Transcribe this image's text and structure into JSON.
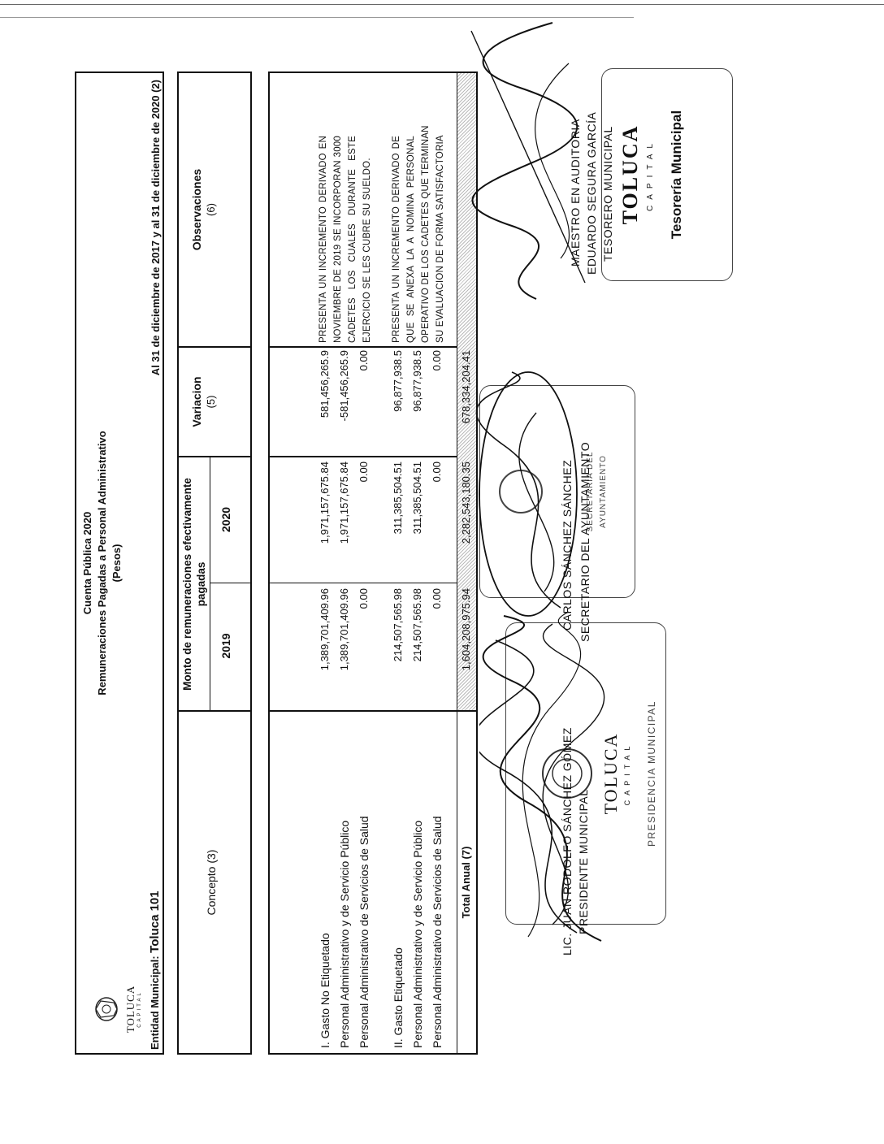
{
  "header": {
    "logo_text": "TOLUCA",
    "logo_sub": "CAPITAL",
    "title_1": "Cuenta Pública 2020",
    "title_2": "Remuneraciones Pagadas a Personal Administrativo",
    "title_3": "(Pesos)",
    "entity_label": "Entidad Municipal:",
    "entity_name": "Toluca 101",
    "period": "Al 31 de diciembre de 2017 y al 31 de diciembre de 2020 (2)"
  },
  "table": {
    "col_concept": "Concepto (3)",
    "col_monto": "Monto de remuneraciones efectivamente pagadas",
    "col_2019": "2019",
    "col_2020": "2020",
    "col_variacion": "Variacion",
    "col_variacion_num": "(5)",
    "col_observ": "Observaciones",
    "col_observ_num": "(6)",
    "rows": [
      {
        "concept": "I. Gasto No Etiquetado",
        "v2019": "1,389,701,409.96",
        "v2020": "1,971,157,675.84",
        "var": "581,456,265.9"
      },
      {
        "concept": "Personal Administrativo y de Servicio Público",
        "v2019": "1,389,701,409.96",
        "v2020": "1,971,157,675.84",
        "var": "-581,456,265.9"
      },
      {
        "concept": "Personal Administrativo de Servicios de Salud",
        "v2019": "0.00",
        "v2020": "0.00",
        "var": "0.00"
      },
      {
        "concept": "II. Gasto Etiquetado",
        "v2019": "214,507,565.98",
        "v2020": "311,385,504.51",
        "var": "96,877,938.5"
      },
      {
        "concept": "Personal Administrativo y de Servicio Público",
        "v2019": "214,507,565.98",
        "v2020": "311,385,504.51",
        "var": "96,877,938.5"
      },
      {
        "concept": "Personal Administrativo de Servicios de Salud",
        "v2019": "0.00",
        "v2020": "0.00",
        "var": "0.00"
      }
    ],
    "obs_1": [
      "PRESENTA UN INCREMENTO DERIVADO EN",
      "NOVIEMBRE DE 2019 SE INCORPORAN 3000",
      "CADETES LOS CUALES DURANTE ESTE",
      "EJERCICIO SE LES CUBRE SU SUELDO."
    ],
    "obs_2": [
      "PRESENTA UN INCREMENTO DERIVADO DE",
      "QUE SE ANEXA LA A NOMINA PERSONAL",
      "OPERATIVO DE LOS CADETES QUE TERMINAN",
      "SU EVALUACION DE FORMA SATISFACTORIA"
    ],
    "total_label": "Total Anual (7)",
    "total_2019": "1,604,208,975.94",
    "total_2020": "2,282,543,180.35",
    "total_var": "678,334,204.41"
  },
  "signatures": [
    {
      "name": "LIC. JUAN RODOLFO SÁNCHEZ GÓMEZ",
      "role": "PRESIDENTE MUNICIPAL",
      "stamp_top": "TOLUCA",
      "stamp_mid": "CAPITAL",
      "stamp_bottom": "PRESIDENCIA MUNICIPAL"
    },
    {
      "name": "CARLOS SÁNCHEZ SÁNCHEZ",
      "role": "SECRETARIO DEL AYUNTAMIENTO",
      "stamp_top": "SECRETARÍA DEL",
      "stamp_bottom": "AYUNTAMIENTO"
    },
    {
      "name": "MAESTRO EN AUDITORIA",
      "name_2": "EDUARDO SEGURA GARCÍA",
      "role": "TESORERO MUNICIPAL",
      "stamp_top": "TOLUCA",
      "stamp_mid": "CAPITAL",
      "stamp_bottom": "Tesorería Municipal"
    }
  ]
}
